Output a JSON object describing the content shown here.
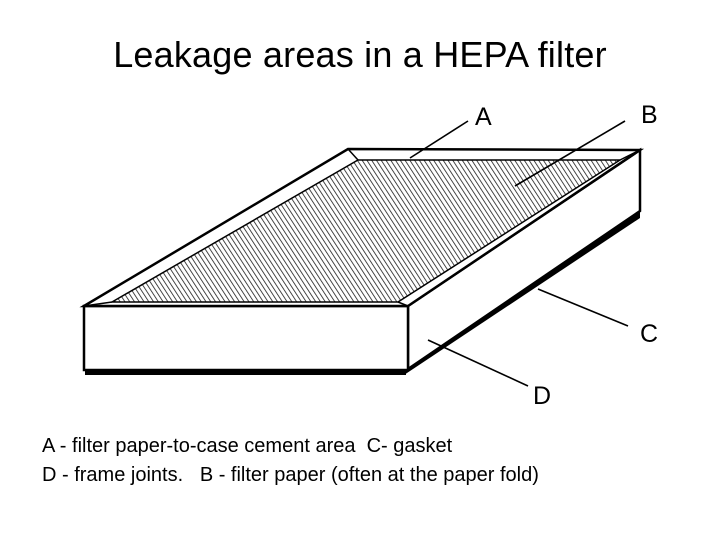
{
  "slide": {
    "title": "Leakage areas in a HEPA filter"
  },
  "diagram": {
    "callouts": [
      {
        "label": "A"
      },
      {
        "label": "B"
      },
      {
        "label": "C"
      },
      {
        "label": "D"
      }
    ]
  },
  "caption": {
    "line1": "A - filter paper-to-case cement area  C- gasket",
    "line2": "D - frame joints.   B - filter paper (often at the paper fold)"
  }
}
